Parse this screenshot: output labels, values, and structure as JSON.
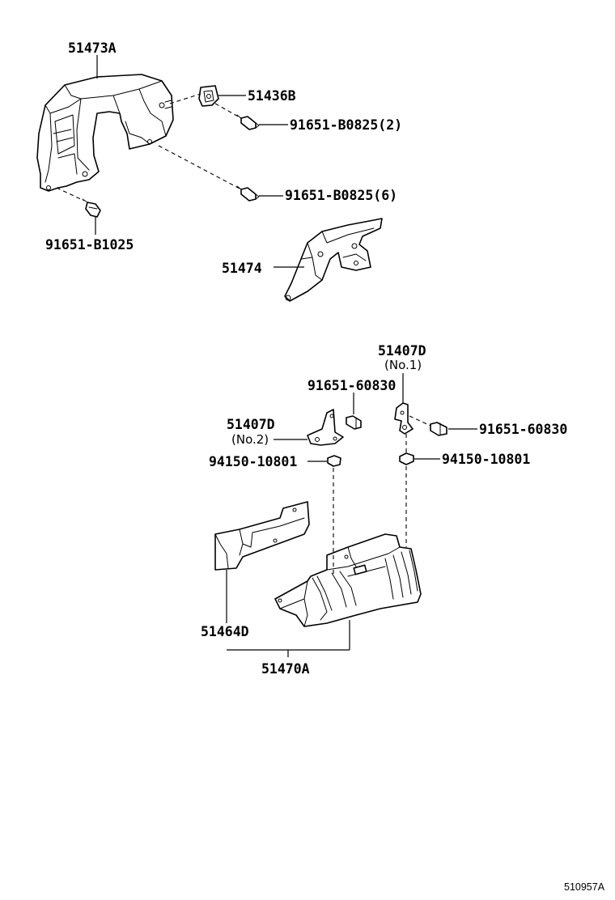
{
  "labels": {
    "p51473a": "51473A",
    "p51436b": "51436B",
    "b0825_2": "91651-B0825(2)",
    "b0825_6": "91651-B0825(6)",
    "b1025": "91651-B1025",
    "p51474": "51474",
    "p51407d_no1": "51407D",
    "no1": "(No.1)",
    "bolt60830_top": "91651-60830",
    "bolt60830_right": "91651-60830",
    "p51407d_no2": "51407D",
    "no2": "(No.2)",
    "nut_left": "94150-10801",
    "nut_right": "94150-10801",
    "p51464d": "51464D",
    "p51470a": "51470A",
    "diagram_code": "510957A"
  }
}
